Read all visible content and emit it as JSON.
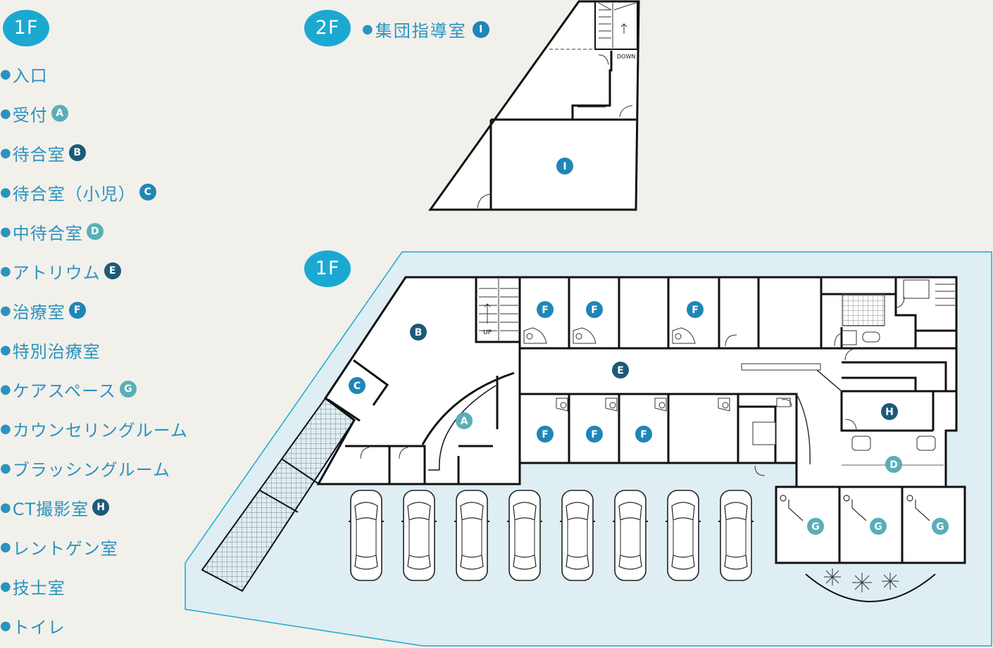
{
  "floors": {
    "first": "1F",
    "second": "2F"
  },
  "legend": [
    {
      "label": "入口",
      "marker": ""
    },
    {
      "label": "受付",
      "marker": "A"
    },
    {
      "label": "待合室",
      "marker": "B"
    },
    {
      "label": "待合室（小児）",
      "marker": "C"
    },
    {
      "label": "中待合室",
      "marker": "D"
    },
    {
      "label": "アトリウム",
      "marker": "E"
    },
    {
      "label": "治療室",
      "marker": "F"
    },
    {
      "label": "特別治療室",
      "marker": ""
    },
    {
      "label": "ケアスペース",
      "marker": "G"
    },
    {
      "label": "カウンセリングルーム",
      "marker": ""
    },
    {
      "label": "ブラッシングルーム",
      "marker": ""
    },
    {
      "label": "CT撮影室",
      "marker": "H"
    },
    {
      "label": "レントゲン室",
      "marker": ""
    },
    {
      "label": "技士室",
      "marker": ""
    },
    {
      "label": "トイレ",
      "marker": ""
    }
  ],
  "second_floor": {
    "label": "集団指導室",
    "marker": "I"
  },
  "stairs": {
    "up": "UP",
    "down": "DOWN"
  },
  "marker_colors": {
    "A": "#5aaeb8",
    "B": "#1d5a78",
    "C": "#1f86b8",
    "D": "#5aaeb8",
    "E": "#1d5a78",
    "F": "#1f86b8",
    "G": "#5aaeb8",
    "H": "#1d5a78",
    "I": "#1f86b8"
  },
  "colors": {
    "accent": "#1ba9d1",
    "text": "#2a93c0",
    "site": "#deeef3",
    "wall": "#111111",
    "background": "#f2f0ea"
  }
}
